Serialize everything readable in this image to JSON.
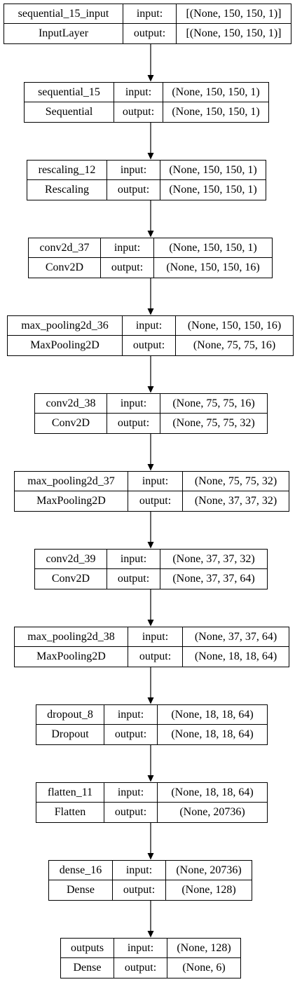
{
  "layers": [
    {
      "name": "sequential_15_input",
      "type": "InputLayer",
      "input_label": "input:",
      "output_label": "output:",
      "input_shape": "[(None, 150, 150, 1)]",
      "output_shape": "[(None, 150, 150, 1)]"
    },
    {
      "name": "sequential_15",
      "type": "Sequential",
      "input_label": "input:",
      "output_label": "output:",
      "input_shape": "(None, 150, 150, 1)",
      "output_shape": "(None, 150, 150, 1)"
    },
    {
      "name": "rescaling_12",
      "type": "Rescaling",
      "input_label": "input:",
      "output_label": "output:",
      "input_shape": "(None, 150, 150, 1)",
      "output_shape": "(None, 150, 150, 1)"
    },
    {
      "name": "conv2d_37",
      "type": "Conv2D",
      "input_label": "input:",
      "output_label": "output:",
      "input_shape": "(None, 150, 150, 1)",
      "output_shape": "(None, 150, 150, 16)"
    },
    {
      "name": "max_pooling2d_36",
      "type": "MaxPooling2D",
      "input_label": "input:",
      "output_label": "output:",
      "input_shape": "(None, 150, 150, 16)",
      "output_shape": "(None, 75, 75, 16)"
    },
    {
      "name": "conv2d_38",
      "type": "Conv2D",
      "input_label": "input:",
      "output_label": "output:",
      "input_shape": "(None, 75, 75, 16)",
      "output_shape": "(None, 75, 75, 32)"
    },
    {
      "name": "max_pooling2d_37",
      "type": "MaxPooling2D",
      "input_label": "input:",
      "output_label": "output:",
      "input_shape": "(None, 75, 75, 32)",
      "output_shape": "(None, 37, 37, 32)"
    },
    {
      "name": "conv2d_39",
      "type": "Conv2D",
      "input_label": "input:",
      "output_label": "output:",
      "input_shape": "(None, 37, 37, 32)",
      "output_shape": "(None, 37, 37, 64)"
    },
    {
      "name": "max_pooling2d_38",
      "type": "MaxPooling2D",
      "input_label": "input:",
      "output_label": "output:",
      "input_shape": "(None, 37, 37, 64)",
      "output_shape": "(None, 18, 18, 64)"
    },
    {
      "name": "dropout_8",
      "type": "Dropout",
      "input_label": "input:",
      "output_label": "output:",
      "input_shape": "(None, 18, 18, 64)",
      "output_shape": "(None, 18, 18, 64)"
    },
    {
      "name": "flatten_11",
      "type": "Flatten",
      "input_label": "input:",
      "output_label": "output:",
      "input_shape": "(None, 18, 18, 64)",
      "output_shape": "(None, 20736)"
    },
    {
      "name": "dense_16",
      "type": "Dense",
      "input_label": "input:",
      "output_label": "output:",
      "input_shape": "(None, 20736)",
      "output_shape": "(None, 128)"
    },
    {
      "name": "outputs",
      "type": "Dense",
      "input_label": "input:",
      "output_label": "output:",
      "input_shape": "(None, 128)",
      "output_shape": "(None, 6)"
    }
  ]
}
